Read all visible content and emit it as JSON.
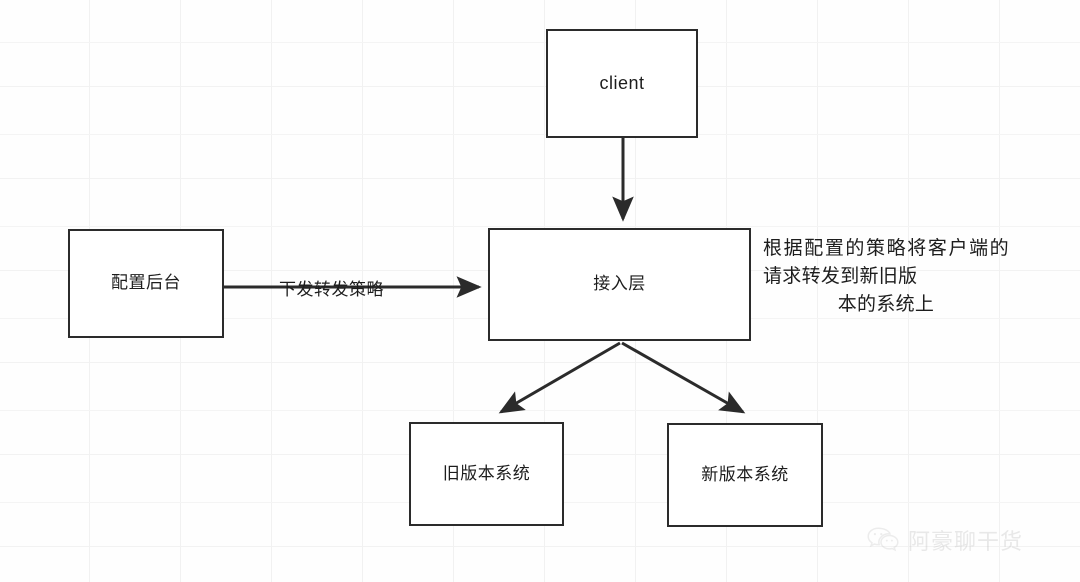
{
  "diagram": {
    "title": "接入层灰度转发架构图",
    "background": {
      "color": "#fefefe",
      "grid_color": "#f1f1f1"
    },
    "stroke_color": "#2b2b2b",
    "text_color": "#1d1d1d",
    "nodes": [
      {
        "id": "client",
        "label": "client",
        "script": "latin"
      },
      {
        "id": "config",
        "label": "配置后台",
        "script": "cjk"
      },
      {
        "id": "access",
        "label": "接入层",
        "script": "cjk"
      },
      {
        "id": "old",
        "label": "旧版本系统",
        "script": "cjk"
      },
      {
        "id": "new",
        "label": "新版本系统",
        "script": "cjk"
      }
    ],
    "edges": [
      {
        "id": "client-to-access",
        "from": "client",
        "to": "access",
        "label": ""
      },
      {
        "id": "config-to-access",
        "from": "config",
        "to": "access",
        "label": "下发转发策略"
      },
      {
        "id": "access-to-old",
        "from": "access",
        "to": "old",
        "label": ""
      },
      {
        "id": "access-to-new",
        "from": "access",
        "to": "new",
        "label": ""
      }
    ],
    "annotation": {
      "line1": "根据配置的策略将客户",
      "line2": "端的请求转发到新旧版",
      "line3": "本的系统上"
    }
  },
  "watermark": {
    "icon": "wechat-logo-icon",
    "text": "阿豪聊干货"
  }
}
